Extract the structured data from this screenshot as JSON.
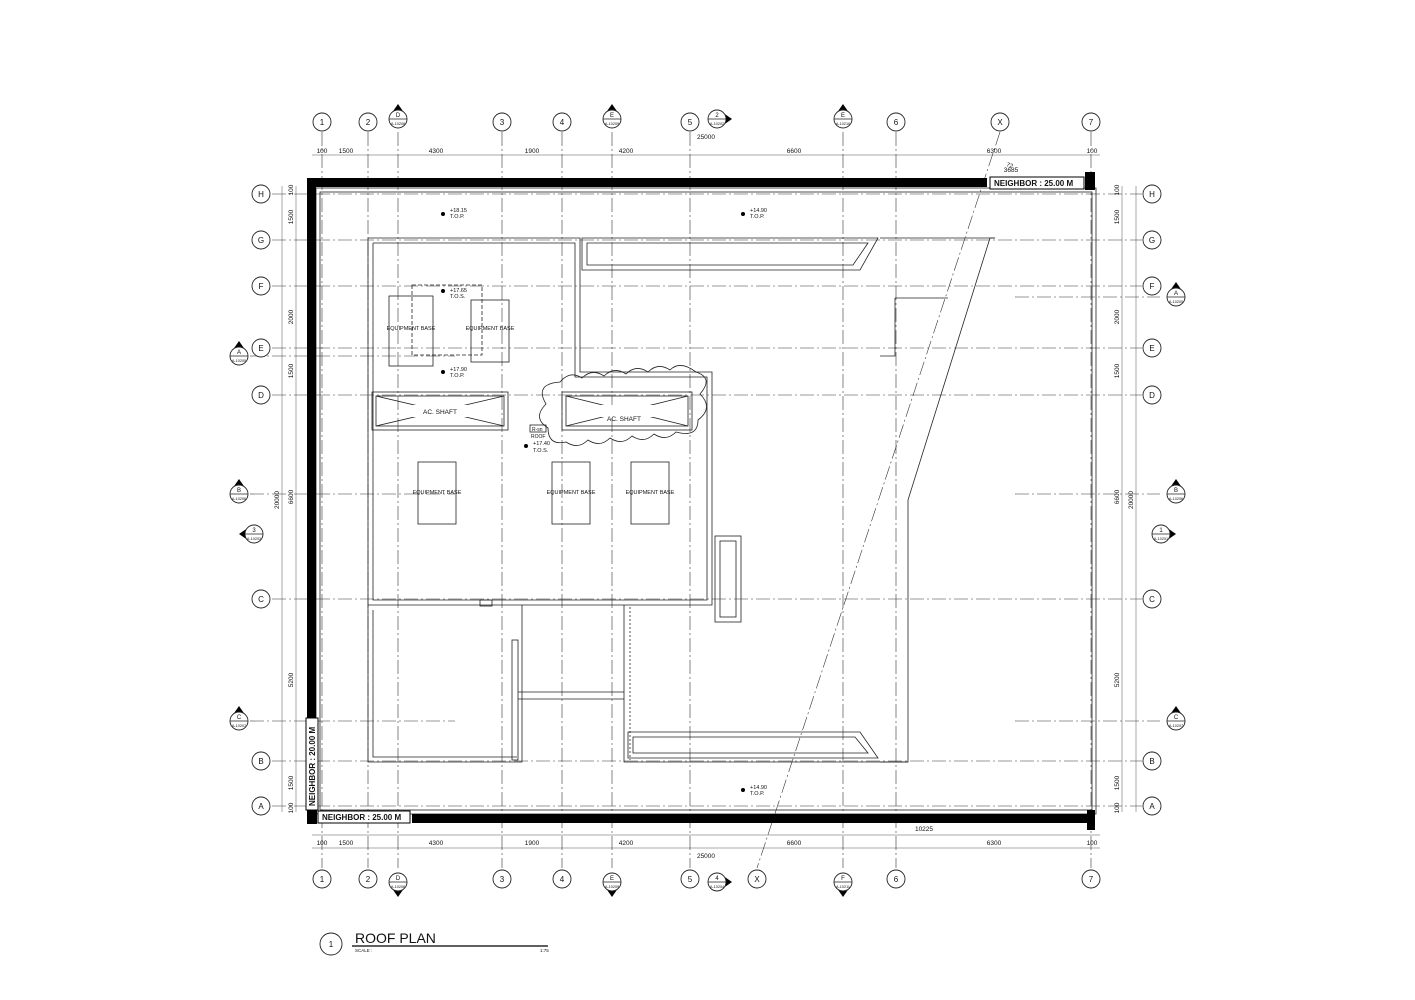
{
  "grid": {
    "columns": [
      "1",
      "2",
      "3",
      "4",
      "5",
      "6",
      "X",
      "7"
    ],
    "rows": [
      "H",
      "G",
      "F",
      "E",
      "D",
      "C",
      "B",
      "A"
    ]
  },
  "dimensions": {
    "top_segments": [
      "100",
      "1500",
      "4300",
      "1900",
      "4200",
      "6600",
      "6300",
      "100"
    ],
    "top_total": "25000",
    "top_extra": "3685",
    "top_angle": "72",
    "bottom_segments": [
      "100",
      "1500",
      "4300",
      "1900",
      "4200",
      "6600",
      "6300",
      "100"
    ],
    "bottom_total": "25000",
    "bottom_extra": "10225",
    "left_segments": [
      "100",
      "1500",
      "2000",
      "1500",
      "6600",
      "5200",
      "1500",
      "100"
    ],
    "left_total": "20000",
    "right_segments": [
      "100",
      "1500",
      "2000",
      "1500",
      "6600",
      "5200",
      "1500",
      "100"
    ],
    "right_total": "20000"
  },
  "neighbors": {
    "top": "NEIGHBOR : 25.00 M",
    "bottom": "NEIGHBOR : 25.00 M",
    "left": "NEIGHBOR : 20.00 M"
  },
  "section_markers": {
    "top_d": {
      "letter": "D",
      "ref": "A-10208"
    },
    "top_e": {
      "letter": "E",
      "ref": "A-10209"
    },
    "top_2": {
      "letter": "2",
      "ref": "A-10202"
    },
    "top_e2": {
      "letter": "E",
      "ref": "A-10210"
    },
    "bot_d": {
      "letter": "D",
      "ref": "A-10208"
    },
    "bot_e": {
      "letter": "E",
      "ref": "A-10209"
    },
    "bot_4": {
      "letter": "4",
      "ref": "A-10204"
    },
    "bot_f": {
      "letter": "F",
      "ref": "A-10211"
    },
    "left_a": {
      "letter": "A",
      "ref": "A-10205"
    },
    "left_b": {
      "letter": "B",
      "ref": "A-10206"
    },
    "left_3": {
      "letter": "3",
      "ref": "A-10203"
    },
    "left_c": {
      "letter": "C",
      "ref": "A-10207"
    },
    "right_a": {
      "letter": "A",
      "ref": "A-10205"
    },
    "right_b": {
      "letter": "B",
      "ref": "A-10206"
    },
    "right_1": {
      "letter": "1",
      "ref": "A-10201"
    },
    "right_c": {
      "letter": "C",
      "ref": "A-10207"
    }
  },
  "labels": {
    "equipment_base": "EQUIPMENT BASE",
    "ac_shaft": "AC. SHAFT",
    "roof_tag": "R-sn",
    "roof_word": "ROOF",
    "lvl_1815": "+18.15",
    "lvl_1765": "+17.65",
    "lvl_1790": "+17.90",
    "lvl_1740": "+17.40",
    "lvl_1490_top": "+14.90",
    "lvl_1490_bot": "+14.90",
    "top": "T.O.P.",
    "tos": "T.O.S."
  },
  "title_block": {
    "number": "1",
    "title": "ROOF PLAN",
    "scale_label": "SCALE :",
    "scale_value": "1:75"
  }
}
